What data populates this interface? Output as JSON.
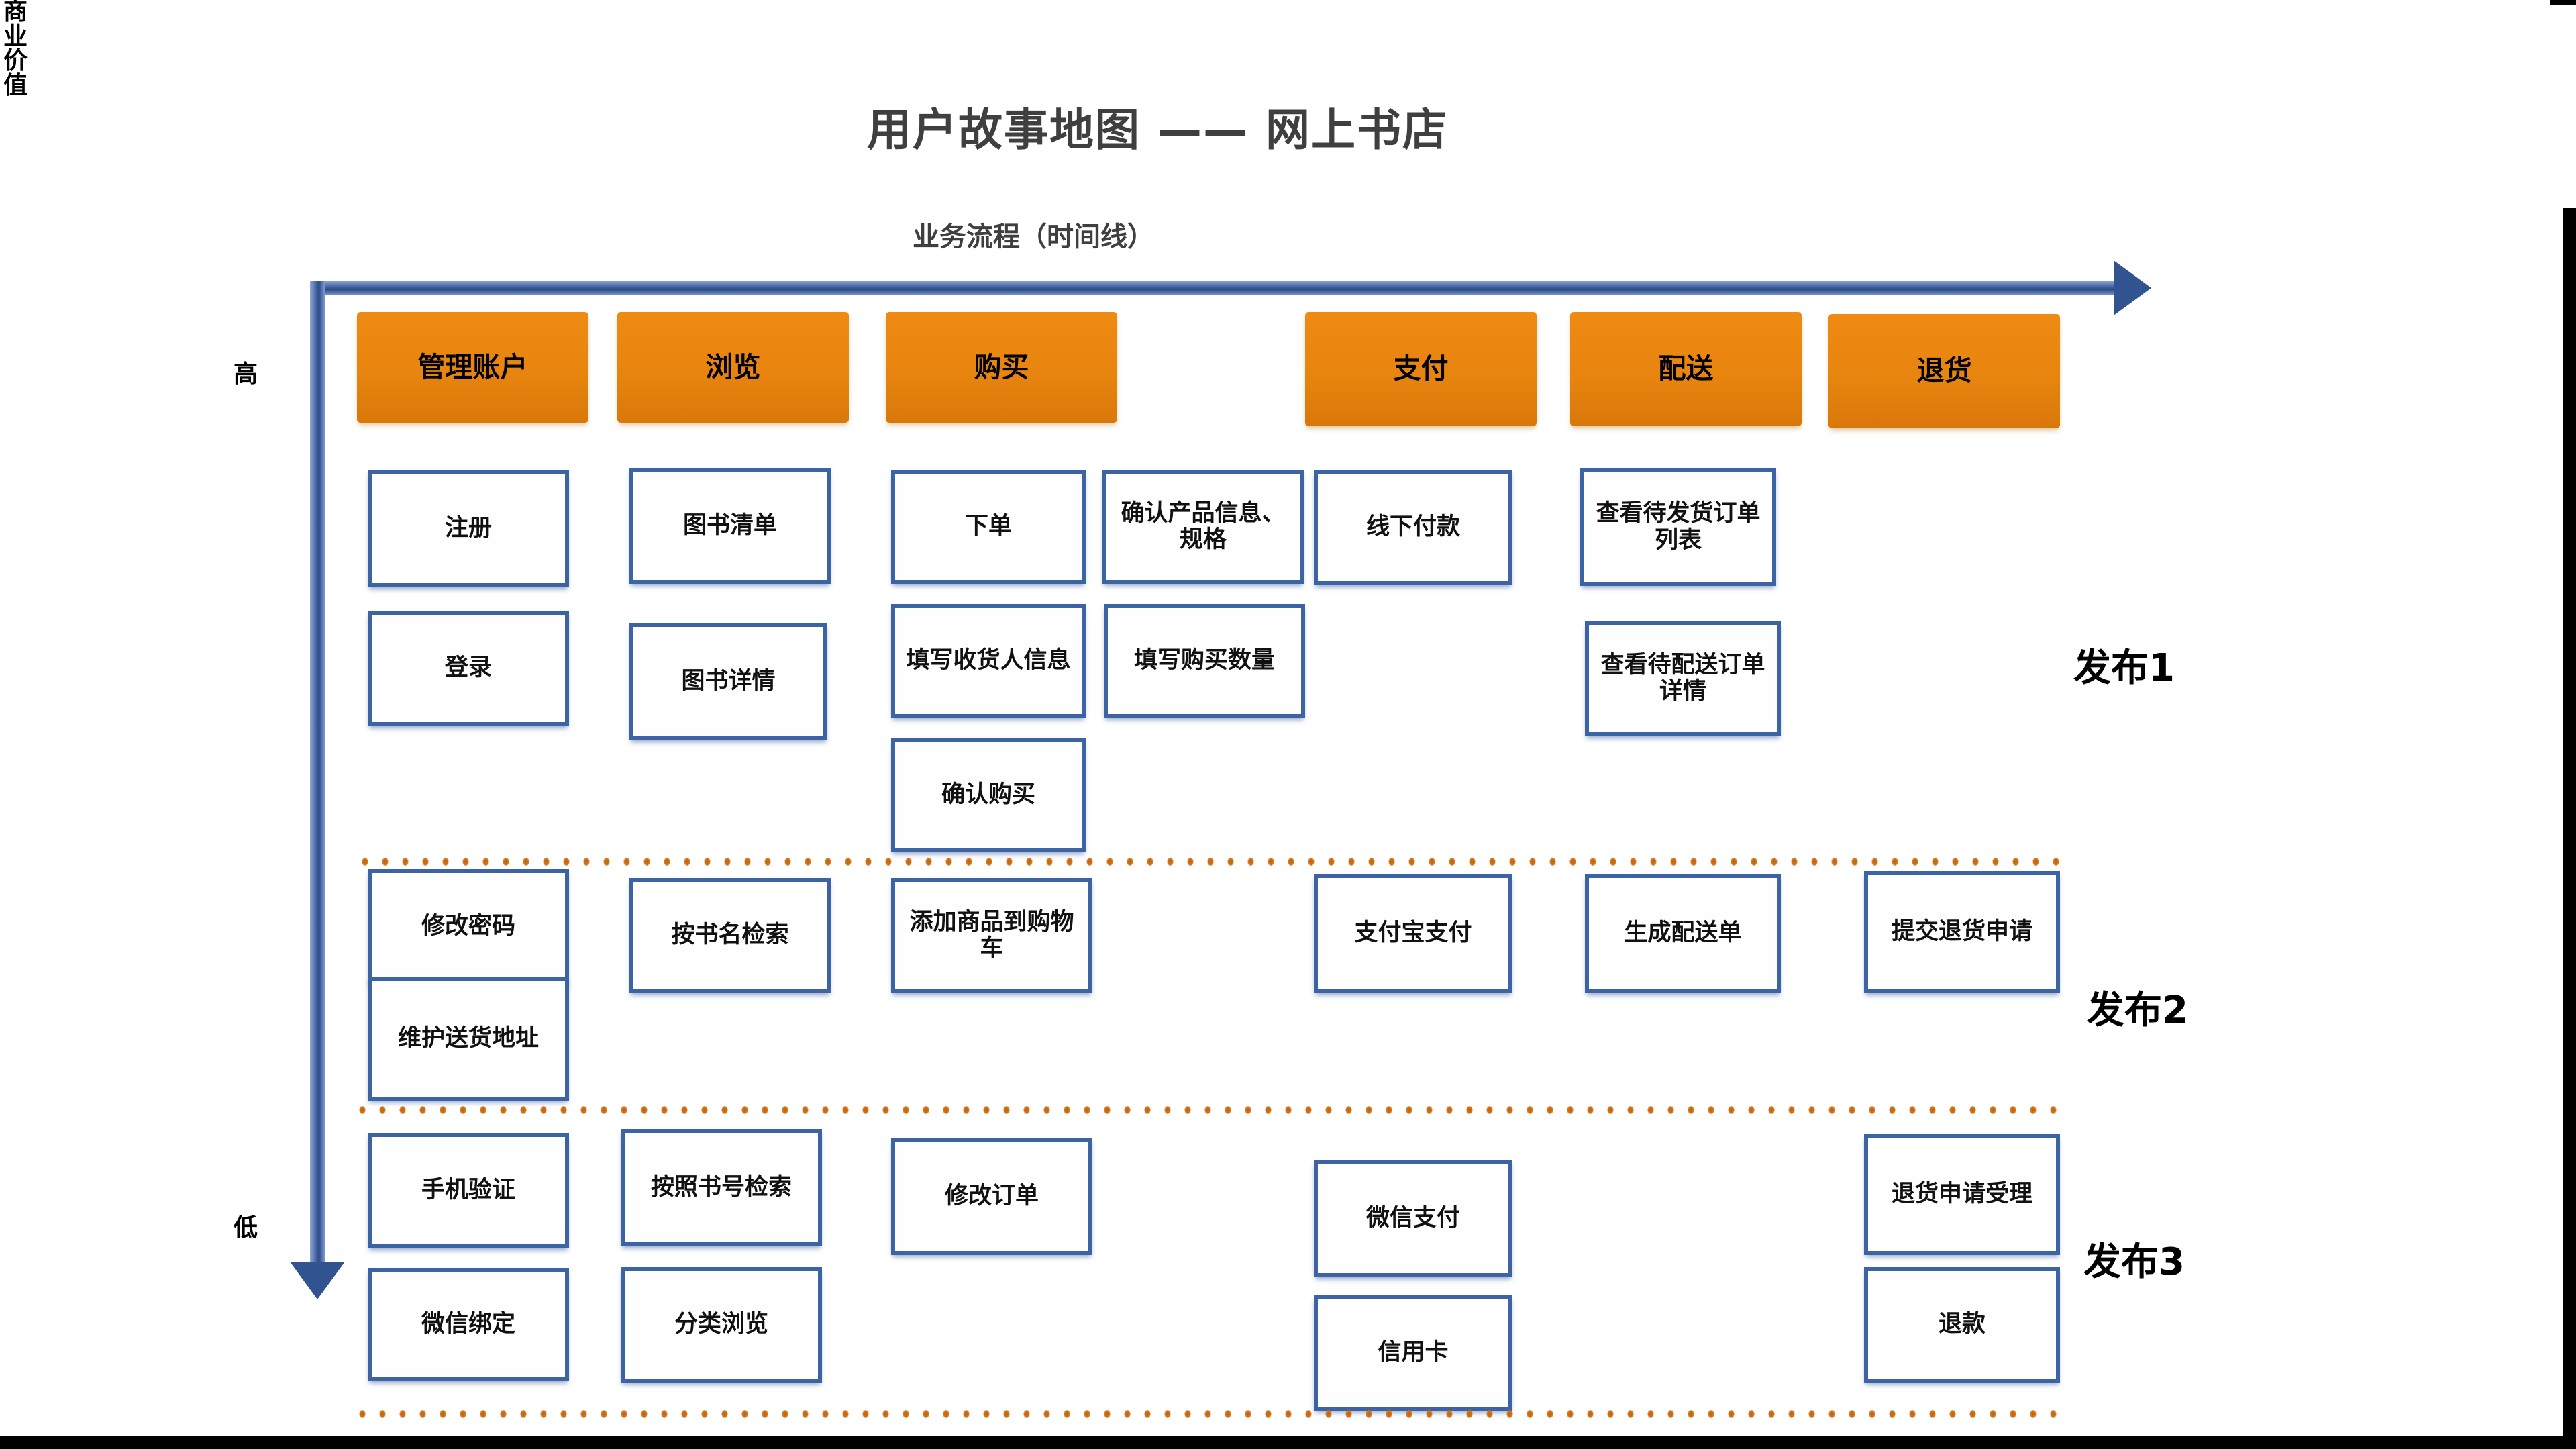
{
  "header": {
    "title": "用户故事地图 —— 网上书店",
    "subtitle": "业务流程（时间线）"
  },
  "axes": {
    "x_label": "业务流程（时间线）",
    "y_label": "商业价值",
    "y_top": "高",
    "y_bottom": "低",
    "x_arrow_icon": "arrow-right-icon",
    "y_arrow_icon": "arrow-down-icon"
  },
  "colors": {
    "activity_orange": "#e8850f",
    "story_border_blue": "#3c63a4",
    "axis_blue": "#3f5f9e",
    "separator_orange": "#c0600d",
    "title_gray": "#3f3f3f"
  },
  "activities": [
    {
      "label": "管理账户"
    },
    {
      "label": "浏览"
    },
    {
      "label": "购买"
    },
    {
      "label": "支付"
    },
    {
      "label": "配送"
    },
    {
      "label": "退货"
    }
  ],
  "releases": [
    {
      "name": "发布1"
    },
    {
      "name": "发布2"
    },
    {
      "name": "发布3"
    }
  ],
  "stories": {
    "release1": [
      {
        "label": "注册",
        "activity": "管理账户"
      },
      {
        "label": "登录",
        "activity": "管理账户"
      },
      {
        "label": "图书清单",
        "activity": "浏览"
      },
      {
        "label": "图书详情",
        "activity": "浏览"
      },
      {
        "label": "下单",
        "activity": "购买"
      },
      {
        "label": "填写收货人信息",
        "activity": "购买"
      },
      {
        "label": "确认购买",
        "activity": "购买"
      },
      {
        "label": "确认产品信息、规格",
        "activity": "购买"
      },
      {
        "label": "填写购买数量",
        "activity": "购买"
      },
      {
        "label": "线下付款",
        "activity": "支付"
      },
      {
        "label": "查看待发货订单列表",
        "activity": "配送"
      },
      {
        "label": "查看待配送订单详情",
        "activity": "配送"
      }
    ],
    "release2": [
      {
        "label": "修改密码",
        "activity": "管理账户"
      },
      {
        "label": "维护送货地址",
        "activity": "管理账户"
      },
      {
        "label": "按书名检索",
        "activity": "浏览"
      },
      {
        "label": "添加商品到购物车",
        "activity": "购买"
      },
      {
        "label": "支付宝支付",
        "activity": "支付"
      },
      {
        "label": "生成配送单",
        "activity": "配送"
      },
      {
        "label": "提交退货申请",
        "activity": "退货"
      }
    ],
    "release3": [
      {
        "label": "手机验证",
        "activity": "管理账户"
      },
      {
        "label": "微信绑定",
        "activity": "管理账户"
      },
      {
        "label": "按照书号检索",
        "activity": "浏览"
      },
      {
        "label": "分类浏览",
        "activity": "浏览"
      },
      {
        "label": "修改订单",
        "activity": "购买"
      },
      {
        "label": "微信支付",
        "activity": "支付"
      },
      {
        "label": "信用卡",
        "activity": "支付"
      },
      {
        "label": "退货申请受理",
        "activity": "退货"
      },
      {
        "label": "退款",
        "activity": "退货"
      }
    ]
  }
}
